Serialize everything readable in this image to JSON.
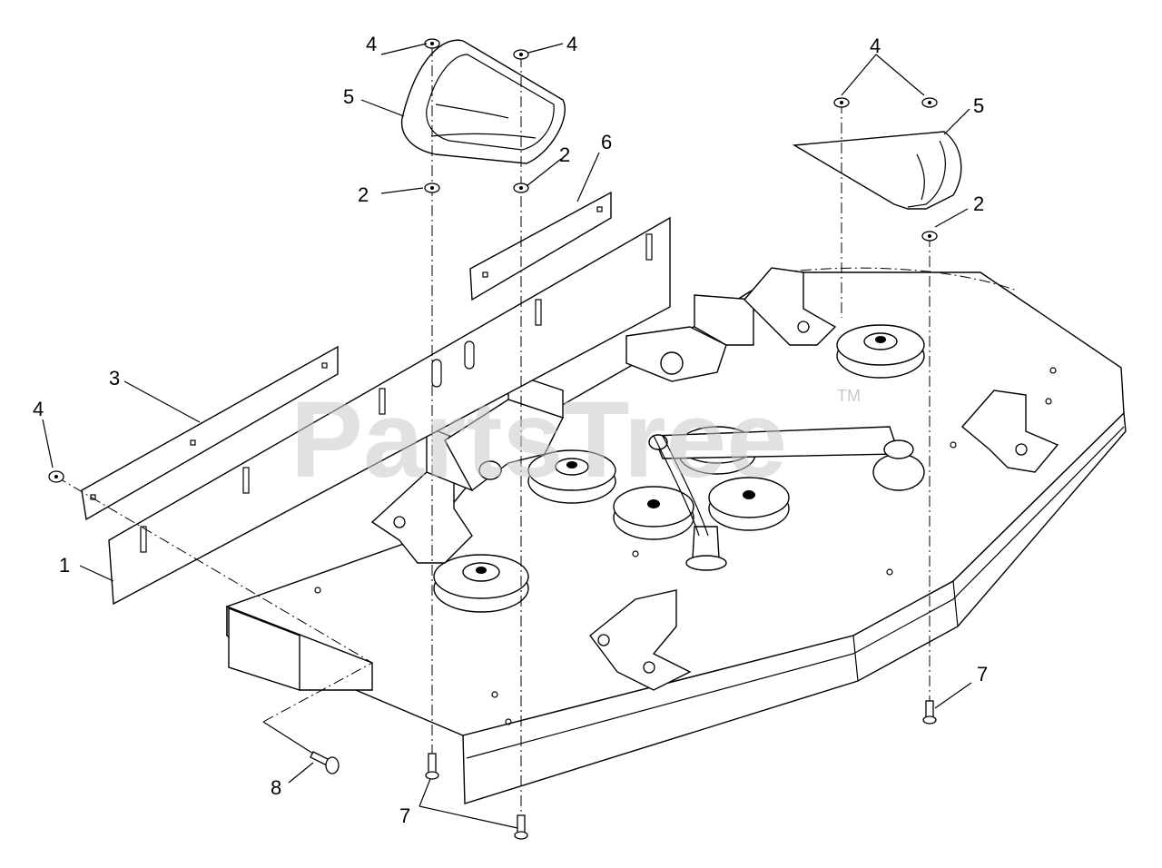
{
  "watermark": {
    "text": "PartsTree",
    "trademark": "TM"
  },
  "callouts": {
    "c1": "1",
    "c2a": "2",
    "c2b": "2",
    "c2c": "2",
    "c3": "3",
    "c4a": "4",
    "c4b": "4",
    "c4c": "4",
    "c4d": "4",
    "c5a": "5",
    "c5b": "5",
    "c6": "6",
    "c7a": "7",
    "c7b": "7",
    "c8": "8"
  }
}
